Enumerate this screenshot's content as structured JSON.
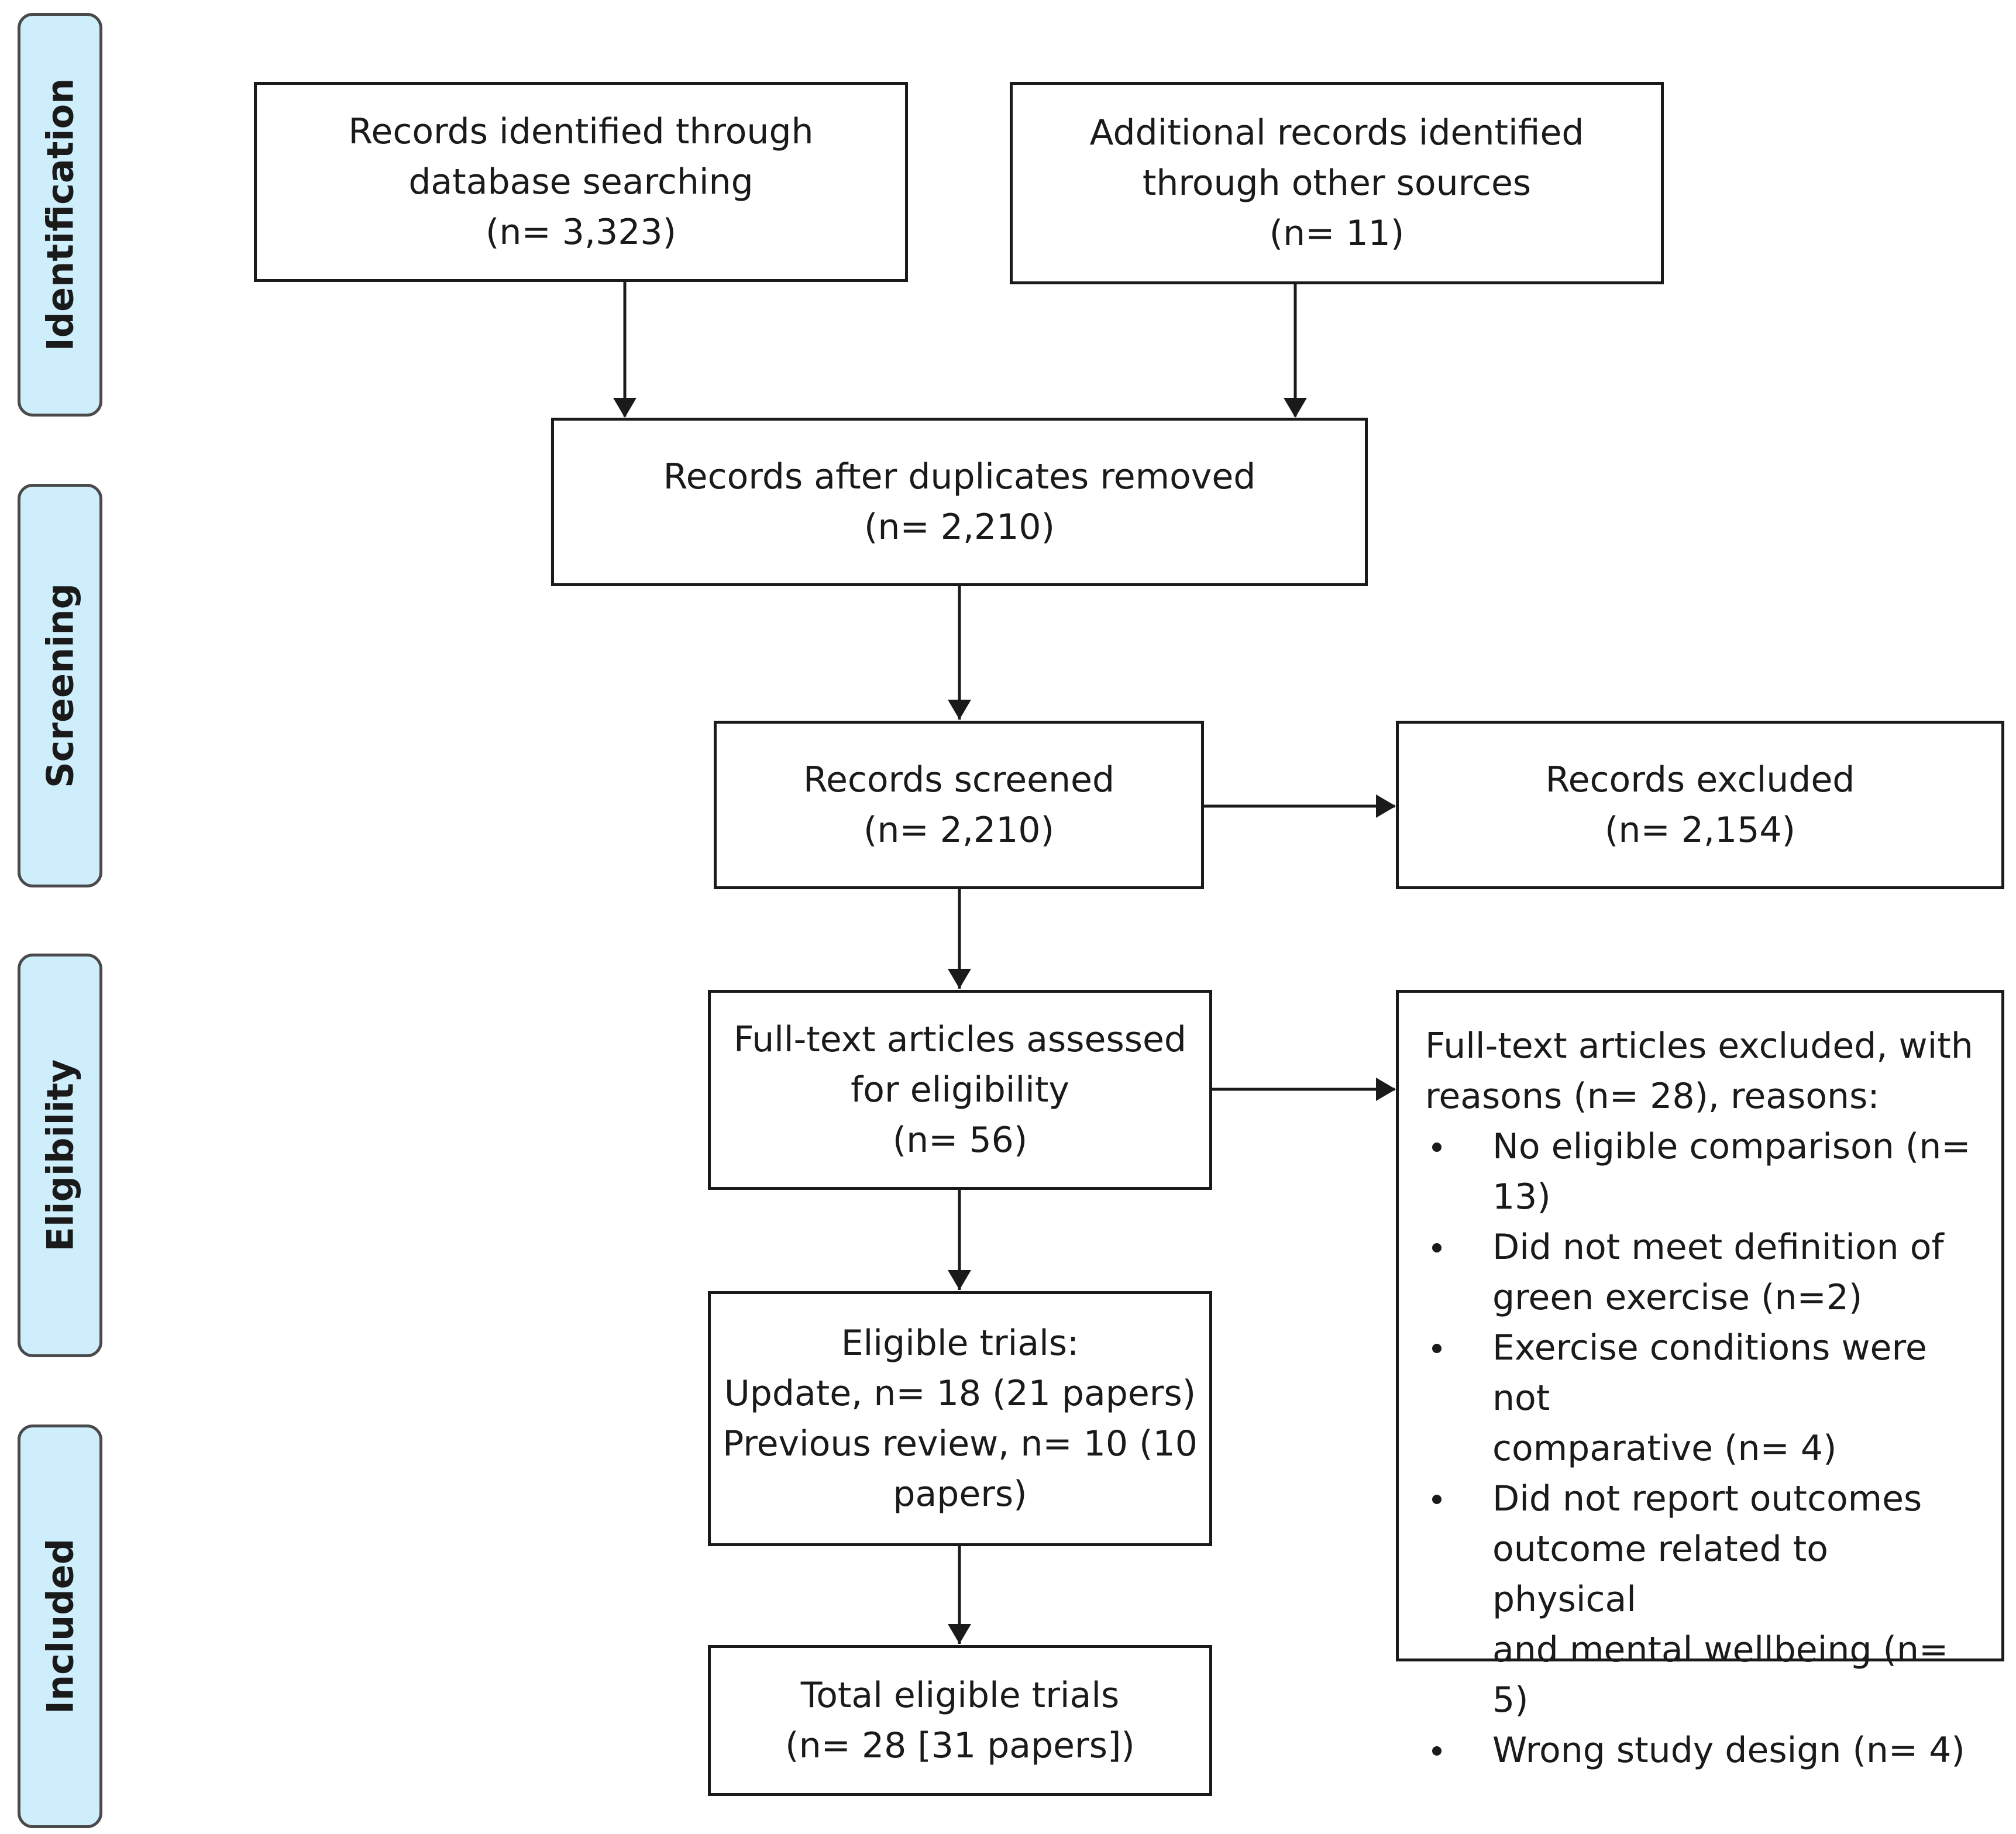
{
  "stages": [
    {
      "label": "Identification"
    },
    {
      "label": "Screening"
    },
    {
      "label": "Eligibility"
    },
    {
      "label": "Included"
    }
  ],
  "boxes": {
    "database": {
      "lines": [
        "Records identified through",
        "database searching",
        "(n= 3,323)"
      ]
    },
    "other": {
      "lines": [
        "Additional records identified",
        "through other sources",
        "(n= 11)"
      ]
    },
    "duplicates": {
      "lines": [
        "Records after duplicates removed",
        "(n= 2,210)"
      ]
    },
    "screened": {
      "lines": [
        "Records screened",
        "(n= 2,210)"
      ]
    },
    "excluded": {
      "lines": [
        "Records excluded",
        "(n= 2,154)"
      ]
    },
    "fulltext": {
      "lines": [
        "Full-text articles assessed",
        "for eligibility",
        "(n= 56)"
      ]
    },
    "eligible": {
      "lines": [
        "Eligible trials:",
        "Update, n= 18 (21 papers)",
        "Previous review, n= 10 (10",
        "papers)"
      ]
    },
    "total": {
      "lines": [
        "Total eligible trials",
        "(n= 28 [31 papers])"
      ]
    },
    "fulltext_excluded": {
      "heading": [
        "Full-text articles excluded, with",
        "reasons (n= 28), reasons:"
      ],
      "reasons": [
        [
          "No eligible comparison (n=",
          "13)"
        ],
        [
          "Did not meet definition of",
          "green exercise (n=2)"
        ],
        [
          "Exercise conditions were not",
          "comparative (n= 4)"
        ],
        [
          "Did not report outcomes",
          "outcome related to physical",
          "and mental wellbeing (n= 5)"
        ],
        [
          "Wrong study design (n= 4)"
        ]
      ]
    }
  }
}
